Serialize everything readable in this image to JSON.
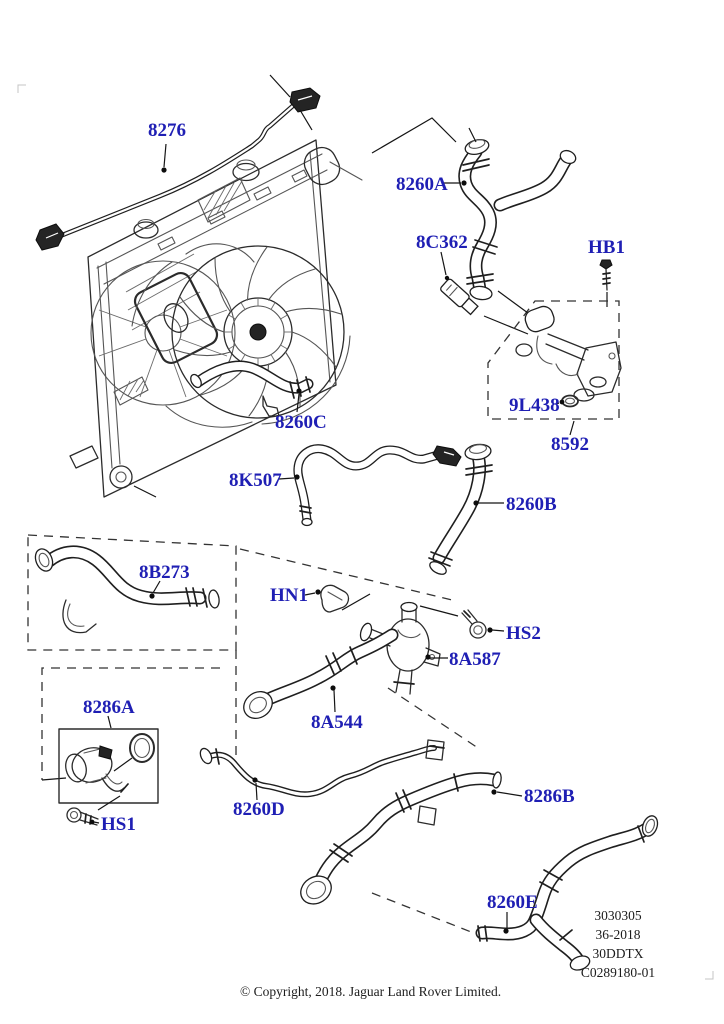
{
  "diagram": {
    "title": "Engine cooling radiator and hoses parts diagram",
    "label_color": "#1f1fb4",
    "line_color": "#1f1f1f",
    "part_labels": [
      {
        "id": "8276",
        "text": "8276"
      },
      {
        "id": "8260A",
        "text": "8260A"
      },
      {
        "id": "8C362",
        "text": "8C362"
      },
      {
        "id": "HB1",
        "text": "HB1"
      },
      {
        "id": "8260C",
        "text": "8260C"
      },
      {
        "id": "9L438",
        "text": "9L438"
      },
      {
        "id": "8592",
        "text": "8592"
      },
      {
        "id": "8K507",
        "text": "8K507"
      },
      {
        "id": "8260B",
        "text": "8260B"
      },
      {
        "id": "8B273",
        "text": "8B273"
      },
      {
        "id": "HN1",
        "text": "HN1"
      },
      {
        "id": "HS2",
        "text": "HS2"
      },
      {
        "id": "8A587",
        "text": "8A587"
      },
      {
        "id": "8286A",
        "text": "8286A"
      },
      {
        "id": "8A544",
        "text": "8A544"
      },
      {
        "id": "8260D",
        "text": "8260D"
      },
      {
        "id": "HS1",
        "text": "HS1"
      },
      {
        "id": "8286B",
        "text": "8286B"
      },
      {
        "id": "8260E",
        "text": "8260E"
      }
    ],
    "reference_block": {
      "lines": [
        "3030305",
        "36-2018",
        "30DDTX",
        "C0289180-01"
      ]
    },
    "copyright": "© Copyright, 2018. Jaguar Land Rover Limited."
  }
}
